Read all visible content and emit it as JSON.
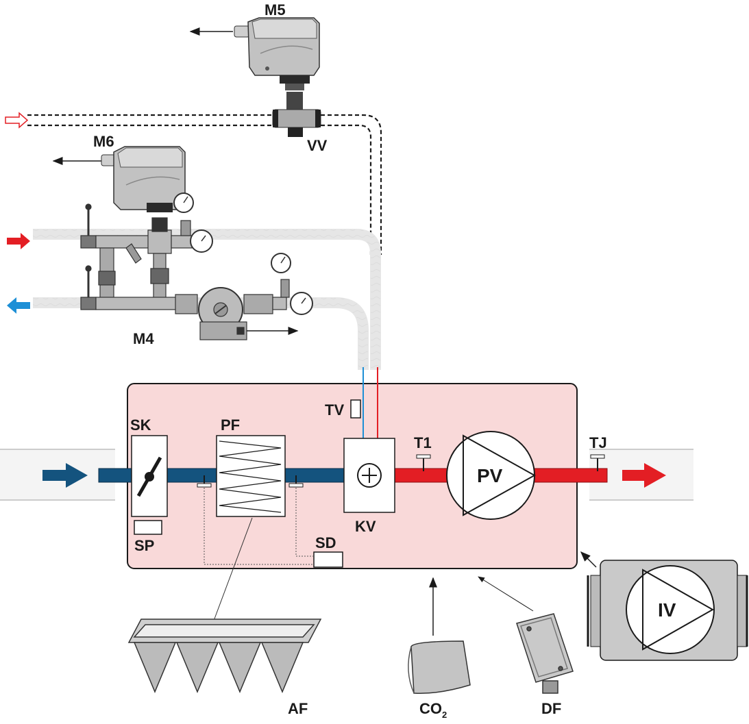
{
  "labels": {
    "m5": "M5",
    "vv": "VV",
    "m6": "M6",
    "m4": "M4",
    "tv": "TV",
    "sk": "SK",
    "pf": "PF",
    "t1": "T1",
    "pv": "PV",
    "tj": "TJ",
    "kv": "KV",
    "sp": "SP",
    "sd": "SD",
    "iv": "IV",
    "af": "AF",
    "co2_main": "CO",
    "co2_sub": "2",
    "df": "DF"
  },
  "colors": {
    "unit_fill": "#f9d9d9",
    "supply_red": "#e31e24",
    "return_blue": "#1d8fd6",
    "duct_blue": "#14537e",
    "duct_red": "#e31e24",
    "device_grey": "#bdbdbd",
    "outline": "#1a1a1a"
  }
}
